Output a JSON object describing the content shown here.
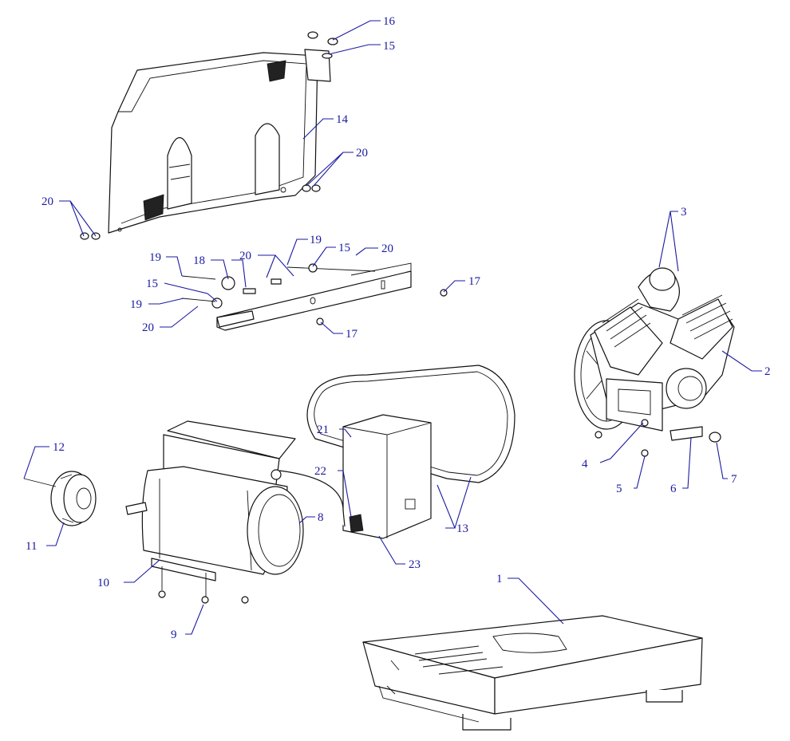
{
  "colors": {
    "callout": "#1a1aa0",
    "drawing": "#111111",
    "background": "#ffffff"
  },
  "callouts": {
    "c1": "1",
    "c2": "2",
    "c3": "3",
    "c4": "4",
    "c5": "5",
    "c6": "6",
    "c7": "7",
    "c8": "8",
    "c9": "9",
    "c10": "10",
    "c11": "11",
    "c12": "12",
    "c13": "13",
    "c14": "14",
    "c15a": "15",
    "c15b": "15",
    "c15c": "15",
    "c16": "16",
    "c17a": "17",
    "c17b": "17",
    "c18": "18",
    "c19a": "19",
    "c19b": "19",
    "c19c": "19",
    "c20a": "20",
    "c20b": "20",
    "c20c": "20",
    "c20d": "20",
    "c20e": "20",
    "c21": "21",
    "c22": "22",
    "c23": "23"
  }
}
